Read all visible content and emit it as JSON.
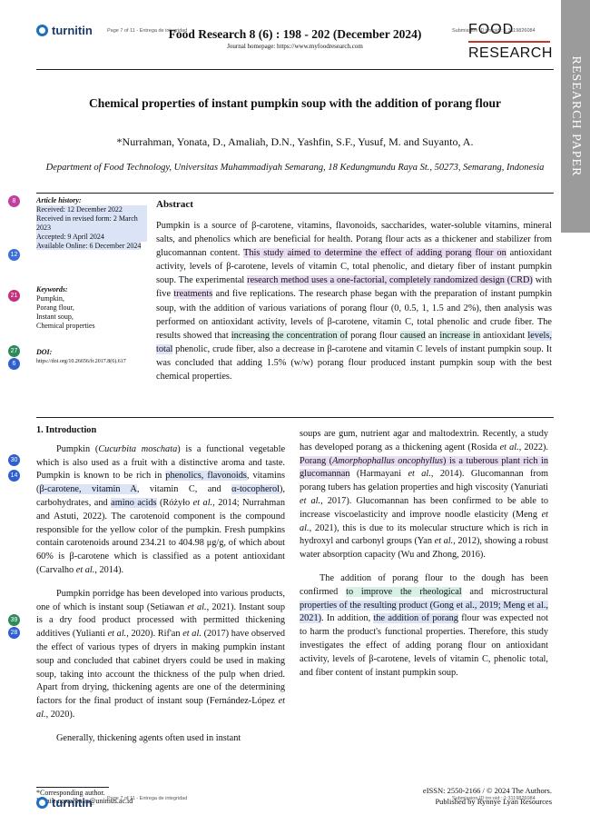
{
  "side_tab": "RESEARCH PAPER",
  "turnitin": {
    "logo": "turnitin",
    "page_label": "Page 7 of 11 - Entrega de integridad",
    "submission_id": "Submission ID trn:oid:::1:3119826084"
  },
  "header": {
    "journal": "Food Research 8 (6) : 198 - 202 (December 2024)",
    "homepage": "Journal homepage: https://www.myfoodresearch.com",
    "logo_top": "FOOD",
    "logo_bottom": "RESEARCH"
  },
  "title": "Chemical properties of instant pumpkin soup with the addition of porang flour",
  "authors": "*Nurrahman, Yonata, D., Amaliah, D.N., Yashfin, S.F., Yusuf, M. and Suyanto, A.",
  "affiliation": "Department of Food Technology, Universitas Muhammadiyah Semarang, 18 Kedungmundu Raya St., 50273, Semarang, Indonesia",
  "article_history": {
    "label": "Article history:",
    "received": "Received: 12 December 2022",
    "revised": "Received in revised form: 2 March 2023",
    "accepted": "Accepted: 9 April 2024",
    "online": "Available Online: 6 December 2024"
  },
  "keywords": {
    "label": "Keywords:",
    "items": [
      "Pumpkin,",
      "Porang flour,",
      "Instant soup,",
      "Chemical properties"
    ]
  },
  "doi": {
    "label": "DOI:",
    "value": "https://doi.org/10.26656/fr.2017.8(6).617"
  },
  "badges": [
    "8",
    "12",
    "21",
    "27",
    "6",
    "30",
    "14",
    "39",
    "28"
  ],
  "abstract": {
    "heading": "Abstract",
    "p1": "Pumpkin is a source of β-carotene, vitamins, flavonoids, saccharides, water-soluble vitamins, mineral salts, and phenolics which are beneficial for health. Porang flour acts as a thickener and stabilizer from glucomannan content. ",
    "h1": "This study aimed to determine the effect of adding porang flour on",
    "p2": " antioxidant activity, levels of β-carotene, levels of vitamin C, total phenolic, and dietary fiber of instant pumpkin soup. The experimental ",
    "h2": "research method uses a one-factorial, completely randomized design (CRD)",
    "p3": " with five ",
    "h3": "treatments",
    "p4": " and five replications. The research phase began with the preparation of instant pumpkin soup, with the addition of various variations of porang flour (0, 0.5, 1, 1.5 and 2%), then analysis was performed on antioxidant activity, levels of β-carotene, vitamin C, total phenolic and crude fiber. The results showed that ",
    "h4": "increasing the concentration of",
    "p5": " porang flour ",
    "h5": "caused",
    "p6": " an ",
    "h6": "increase in",
    "p7": " antioxidant ",
    "h7": "levels, total",
    "p8": " phenolic, crude fiber, also a decrease in β-carotene and vitamin C levels of instant pumpkin soup. It was concluded that adding 1.5% (w/w) porang flour produced instant pumpkin soup with the best chemical properties."
  },
  "intro": {
    "heading": "1.   Introduction",
    "p1a": "Pumpkin (",
    "p1_species": "Cucurbita moschata",
    "p1b": ") is a functional vegetable which is also used as a fruit with a distinctive aroma and taste. Pumpkin is known to be rich in ",
    "p1_h1": "phenolics, flavonoids",
    "p1c": ", vitamins (",
    "p1_h2": "β-carotene, vitamin A",
    "p1d": ", vitamin C, and ",
    "p1_h3": "α-tocopherol",
    "p1e": "), carbohydrates, and ",
    "p1_h4": "amino acids",
    "p1f": " (Różyło ",
    "p1_etal1": "et al.",
    "p1g": ", 2014; Nurrahman and Astuti, 2022). The carotenoid component is the compound responsible for the yellow color of the pumpkin. Fresh pumpkins contain carotenoids around 234.21 to 404.98 μg/g, of which about 60% is β-carotene which is classified as a potent antioxidant (Carvalho ",
    "p1_etal2": "et al.",
    "p1h": ", 2014).",
    "p2a": "Pumpkin porridge has been developed into various products, one of which is instant soup (Setiawan ",
    "p2_etal1": "et al.",
    "p2b": ", 2021). Instant soup is a dry food product processed with permitted thickening additives (Yulianti ",
    "p2_etal2": "et al.",
    "p2c": ", 2020). Rif'an ",
    "p2_etal3": "et al.",
    "p2d": " (2017) have observed the effect of various types of dryers in making pumpkin instant soup and concluded that cabinet dryers could be used in making soup, taking into account the thickness of the pulp when dried. Apart from drying, thickening agents are one of the determining factors for the final product of instant soup (Fernández-López ",
    "p2_etal4": "et al.",
    "p2e": ", 2020).",
    "p3": "Generally, thickening agents often used in instant"
  },
  "right_col": {
    "p1a": "soups are gum, nutrient agar and maltodextrin. Recently, a study has developed porang as a thickening agent (Rosida ",
    "p1_etal1": "et al.",
    "p1b": ", 2022). ",
    "p1_h1a": "Porang (",
    "p1_species": "Amorphophallus oncophyllus",
    "p1_h1b": ") is a tuberous plant rich in glucomannan",
    "p1c": " (Harmayani ",
    "p1_etal2": "et al.",
    "p1d": ", 2014). Glucomannan from porang tubers has gelation properties and high viscosity (Yanuriati ",
    "p1_etal3": "et al.",
    "p1e": ", 2017). Glucomannan has been confirmed to be able to increase viscoelasticity and improve noodle elasticity (Meng ",
    "p1_etal4": "et al.",
    "p1f": ", 2021), this is due to its molecular structure which is rich in hydroxyl and carbonyl groups (Yan ",
    "p1_etal5": "et al.",
    "p1g": ", 2012), showing a robust water absorption capacity (Wu and Zhong, 2016).",
    "p2a": "The addition of porang flour to the dough has been confirmed ",
    "p2_h1": "to improve the rheological",
    "p2b": " and microstructural ",
    "p2_h2": "properties of the resulting product (Gong et al., 2019; Meng et al., 2021)",
    "p2c": ". In addition, ",
    "p2_h3": "the addition of porang",
    "p2d": " flour was expected not to harm the product's functional properties. Therefore, this study investigates the effect of adding porang flour on antioxidant activity, levels of β-carotene, levels of vitamin C, phenolic total, and fiber content of instant pumpkin soup."
  },
  "footer": {
    "corresponding": "*Corresponding author.",
    "email": "Email: nurrahman@unimus.ac.id",
    "issn": "eISSN: 2550-2166 / © 2024 The Authors.",
    "publisher": "Published by Rynnye Lyan Resources"
  },
  "colors": {
    "highlight_blue": "#dbe3f7",
    "highlight_purple": "#e9ddf3",
    "highlight_green": "#d8f0e6",
    "side_tab": "#9b9b9b"
  }
}
